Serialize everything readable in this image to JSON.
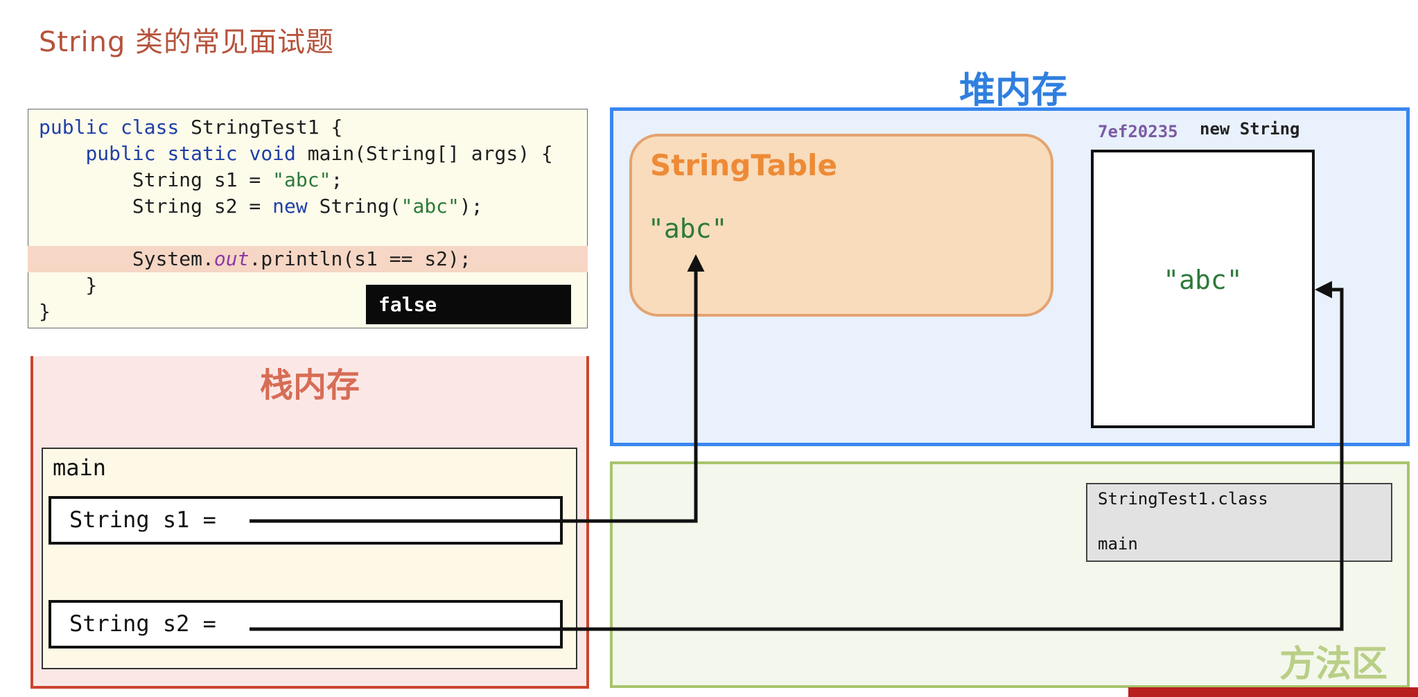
{
  "slide": {
    "title": "String 类的常见面试题"
  },
  "code": {
    "lines": [
      {
        "segments": [
          {
            "t": "public ",
            "c": "kw"
          },
          {
            "t": "class ",
            "c": "kw"
          },
          {
            "t": "StringTest1 {",
            "c": ""
          }
        ]
      },
      {
        "segments": [
          {
            "t": "    ",
            "c": ""
          },
          {
            "t": "public ",
            "c": "kw"
          },
          {
            "t": "static ",
            "c": "kw"
          },
          {
            "t": "void ",
            "c": "kw"
          },
          {
            "t": "main(String[] args) {",
            "c": ""
          }
        ]
      },
      {
        "segments": [
          {
            "t": "        String s1 = ",
            "c": ""
          },
          {
            "t": "\"abc\"",
            "c": "str"
          },
          {
            "t": ";",
            "c": ""
          }
        ]
      },
      {
        "segments": [
          {
            "t": "        String s2 = ",
            "c": ""
          },
          {
            "t": "new ",
            "c": "kw"
          },
          {
            "t": "String(",
            "c": ""
          },
          {
            "t": "\"abc\"",
            "c": "str"
          },
          {
            "t": ");",
            "c": ""
          }
        ]
      },
      {
        "segments": []
      },
      {
        "highlight": true,
        "segments": [
          {
            "t": "        System.",
            "c": ""
          },
          {
            "t": "out",
            "c": "fld"
          },
          {
            "t": ".println(s1 == s2);",
            "c": ""
          }
        ]
      },
      {
        "segments": [
          {
            "t": "    }",
            "c": ""
          }
        ]
      },
      {
        "segments": [
          {
            "t": "}",
            "c": ""
          }
        ]
      }
    ],
    "console_output": "false"
  },
  "stack": {
    "title": "栈内存",
    "frame_label": "main",
    "var_s1": "String s1 =",
    "var_s2": "String s2 ="
  },
  "heap": {
    "title": "堆内存",
    "string_table": {
      "title": "StringTable",
      "literal": "\"abc\""
    },
    "object": {
      "address": "7ef20235",
      "type_label": "new String",
      "value": "\"abc\""
    }
  },
  "method_area": {
    "title": "方法区",
    "class_name": "StringTest1.class",
    "method": "main"
  },
  "colors": {
    "heap_border": "#3a86ef",
    "stack_border": "#c9462d",
    "method_border": "#a8c46c",
    "string_literal": "#2c7a3a"
  }
}
